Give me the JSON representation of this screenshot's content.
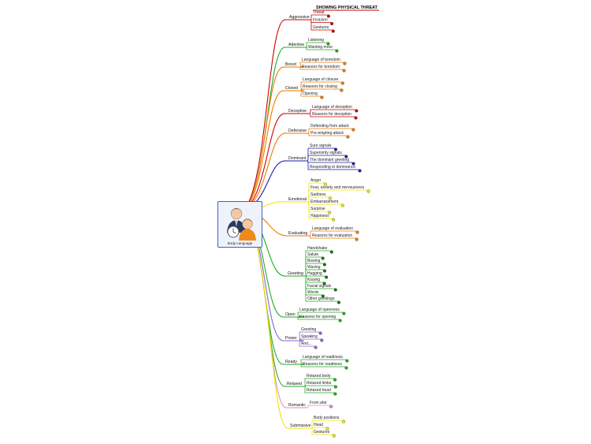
{
  "root": {
    "title": "Body Language",
    "icon": "people-icon"
  },
  "colors": {
    "red": "#cc0000",
    "green": "#22aa22",
    "orange": "#ee7700",
    "blue": "#1a1aa8",
    "yellow": "#f2e200",
    "purple": "#8866cc",
    "pink": "#dd88cc",
    "dot_green": "#117711"
  },
  "branches": [
    {
      "label": "Aggressive",
      "color": "red",
      "header": "SHOWING PHYSICAL THREAT",
      "items": [
        "Threat",
        "Invasion",
        "Gestures"
      ]
    },
    {
      "label": "Attentive",
      "color": "green",
      "items": [
        "Listening",
        "Wanting more"
      ]
    },
    {
      "label": "Bored",
      "color": "orange",
      "items": [
        "Language of boredom",
        "Reasons for boredom"
      ]
    },
    {
      "label": "Closed",
      "color": "orange",
      "items": [
        "Language of closure",
        "Reasons for closing",
        "Opening"
      ]
    },
    {
      "label": "Deceptive",
      "color": "red",
      "items": [
        "Language of deception",
        "Reasons for deception"
      ]
    },
    {
      "label": "Defensive",
      "color": "orange",
      "items": [
        "Defending from attack",
        "Pre-empting attack"
      ]
    },
    {
      "label": "Dominant",
      "color": "blue",
      "items": [
        "Sure signals",
        "Superiority signals",
        "The dominant greeting",
        "Responding to dominance"
      ]
    },
    {
      "label": "Emotional",
      "color": "yellow",
      "items": [
        "Anger",
        "Fear, anxiety and nervousness",
        "Sadness",
        "Embarrassment",
        "Surprise",
        "Happiness"
      ]
    },
    {
      "label": "Evaluating",
      "color": "orange",
      "items": [
        "Language of evaluation",
        "Reasons for evaluation"
      ]
    },
    {
      "label": "Greeting",
      "color": "green",
      "items": [
        "Handshake",
        "Salute",
        "Bowing",
        "Waving",
        "Hugging",
        "Kissing",
        "Facial signals",
        "Words",
        "Other greetings"
      ]
    },
    {
      "label": "Open",
      "color": "green",
      "items": [
        "Language of openness",
        "Reasons for opening"
      ]
    },
    {
      "label": "Power",
      "color": "purple",
      "items": [
        "Greeting",
        "Speaking",
        "And..."
      ]
    },
    {
      "label": "Ready",
      "color": "green",
      "items": [
        "Language of readiness",
        "Reasons for readiness"
      ]
    },
    {
      "label": "Relaxed",
      "color": "green",
      "items": [
        "Relaxed body",
        "Relaxed limbs",
        "Relaxed head"
      ]
    },
    {
      "label": "Romantic",
      "color": "pink",
      "items": [
        "From afar"
      ]
    },
    {
      "label": "Submissive",
      "color": "yellow",
      "items": [
        "Body positions",
        "Head",
        "Gestures"
      ]
    }
  ]
}
